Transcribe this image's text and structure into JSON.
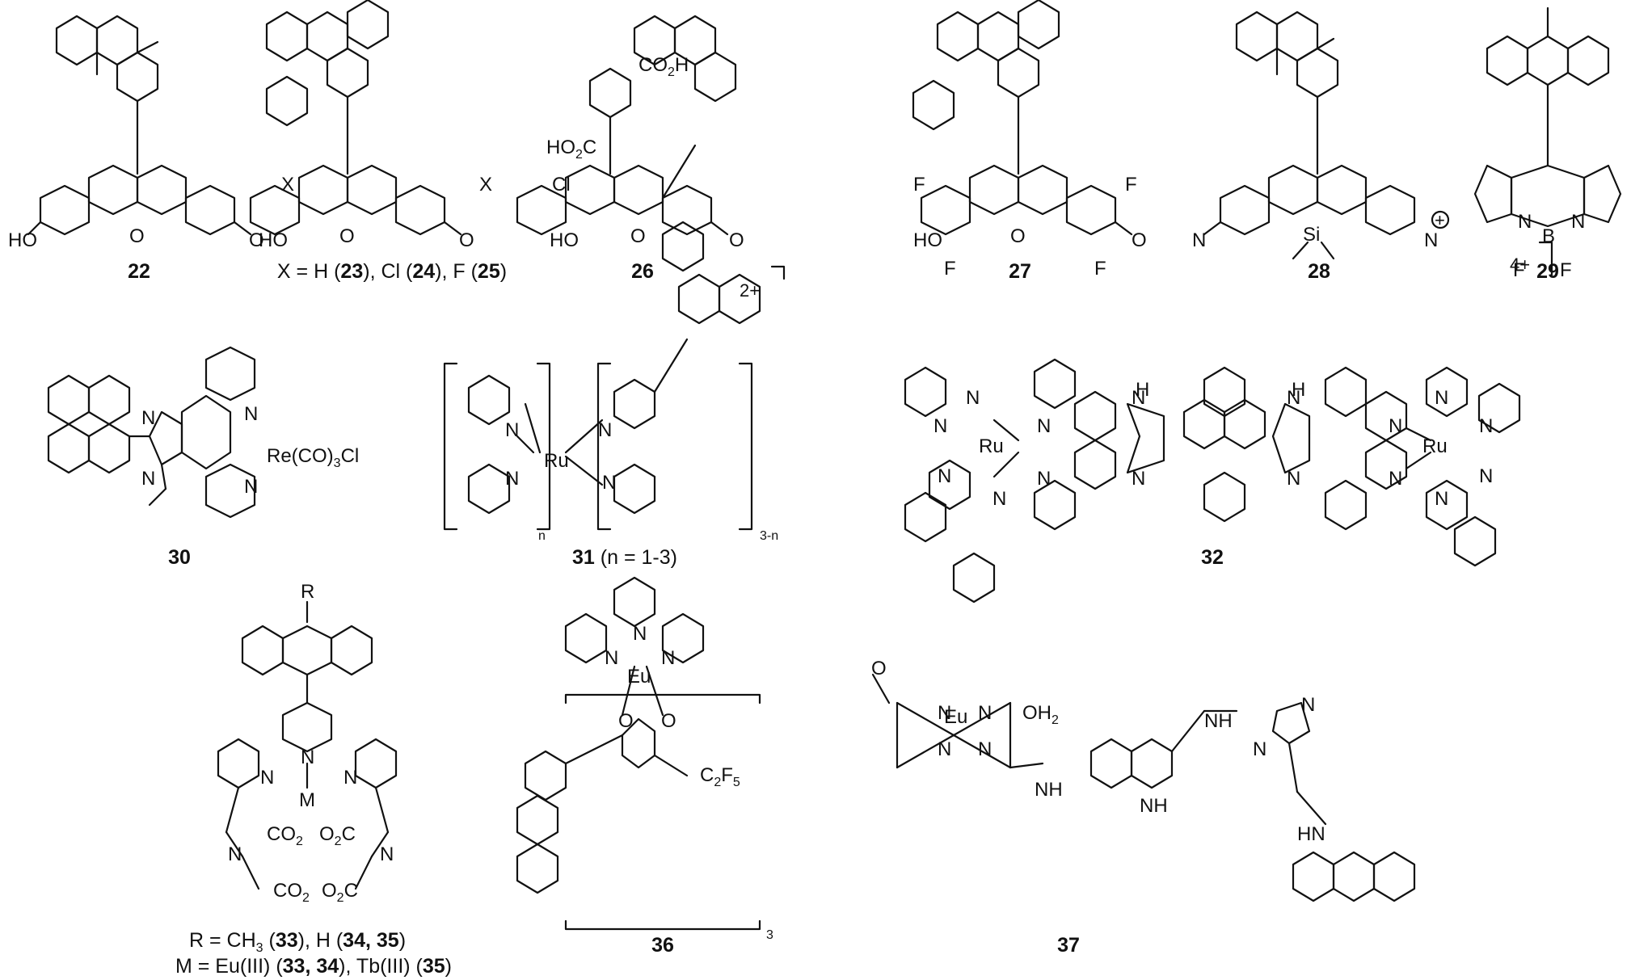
{
  "compounds": [
    {
      "id": "22",
      "label": "22"
    },
    {
      "id": "23-25",
      "caption": [
        "X = H (",
        "23",
        "), Cl (",
        "24",
        "), F (",
        "25",
        ")"
      ]
    },
    {
      "id": "26",
      "label": "26"
    },
    {
      "id": "27",
      "label": "27"
    },
    {
      "id": "28",
      "label": "28"
    },
    {
      "id": "29",
      "label": "29"
    },
    {
      "id": "30",
      "label": "30"
    },
    {
      "id": "31",
      "label": "31",
      "suffix": " (n = 1-3)"
    },
    {
      "id": "32",
      "label": "32"
    },
    {
      "id": "33-35",
      "caption_line1": [
        "R = CH",
        "3",
        " (",
        "33",
        "), H (",
        "34, 35",
        ")"
      ],
      "caption_line2": [
        "M = Eu(III) (",
        "33, 34",
        "), Tb(III) (",
        "35",
        ")"
      ]
    },
    {
      "id": "36",
      "label": "36"
    },
    {
      "id": "37",
      "label": "37"
    }
  ],
  "atoms": {
    "HO": "HO",
    "O": "O",
    "X": "X",
    "Cl": "Cl",
    "F": "F",
    "N": "N",
    "Si": "Si",
    "B": "B",
    "H": "H",
    "Ru": "Ru",
    "Eu": "Eu",
    "M": "M",
    "R": "R",
    "CO2H": "CO",
    "CO2H_tail": "H",
    "HO2C": "HO",
    "HO2C_tail": "C",
    "ReCl": "Re(CO)",
    "ReCl_tail": "Cl",
    "sub2": "2",
    "sub3": "3",
    "sub5": "5",
    "CO2": "CO",
    "O2C": "O",
    "C2F5": "C",
    "F5": "F",
    "OH2": "OH",
    "NH": "NH",
    "HN": "HN"
  },
  "charges": {
    "c31": "2+",
    "c32": "4+",
    "plus": "+"
  },
  "brackets": {
    "n": "n",
    "three_minus_n": "3-n",
    "three": "3"
  }
}
